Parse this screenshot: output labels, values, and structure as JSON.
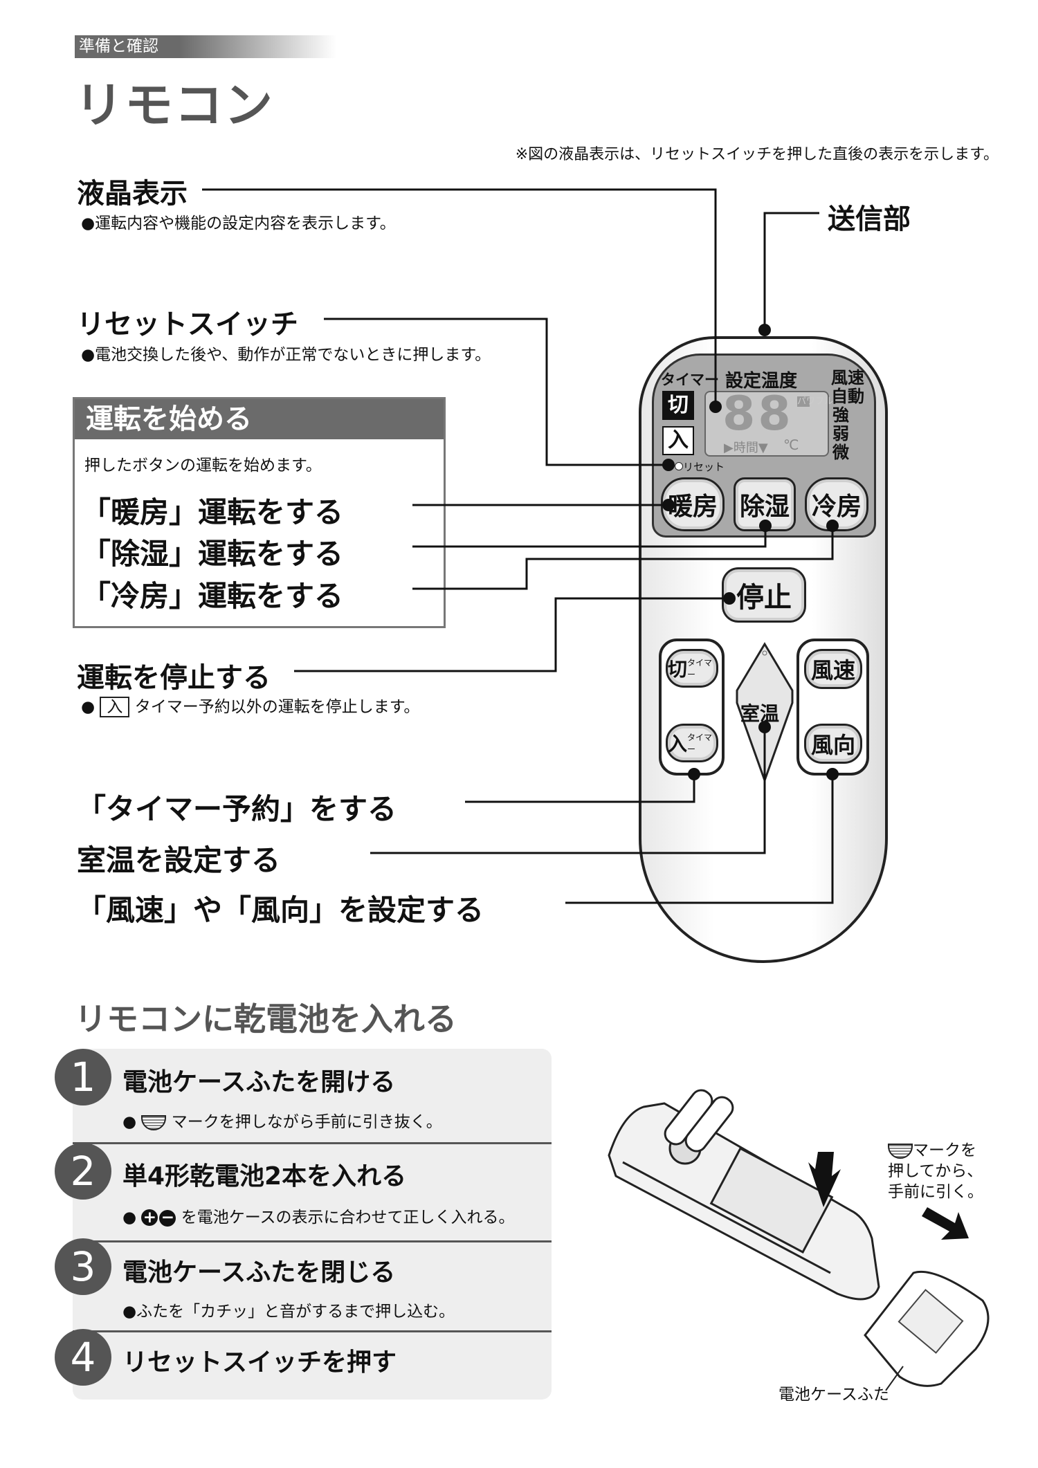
{
  "header": {
    "section_tag": "準備と確認",
    "title": "リモコン",
    "note": "※図の液晶表示は、リセットスイッチを押した直後の表示を示します。"
  },
  "callouts": {
    "lcd": {
      "label": "液晶表示",
      "desc": "●運転内容や機能の設定内容を表示します。"
    },
    "transmitter": {
      "label": "送信部"
    },
    "reset": {
      "label": "リセットスイッチ",
      "desc": "●電池交換した後や、動作が正常でないときに押します。"
    },
    "start": {
      "title": "運転を始める",
      "desc": "押したボタンの運転を始めます。",
      "items": [
        "「暖房」運転をする",
        "「除湿」運転をする",
        "「冷房」運転をする"
      ]
    },
    "stop": {
      "label": "運転を停止する",
      "desc_bullet": "●",
      "desc_key": "入",
      "desc": "タイマー予約以外の運転を停止します。"
    },
    "timer": {
      "label": "「タイマー予約」をする"
    },
    "temp": {
      "label": "室温を設定する"
    },
    "fan": {
      "label": "「風速」や「風向」を設定する"
    }
  },
  "remote": {
    "lcd": {
      "timer": "タイマー",
      "set_temp": "設定温度",
      "off": "切",
      "on": "入",
      "digits": "88",
      "powerful": "パワフル",
      "hours": "▶時間▼",
      "celsius": "℃",
      "fan": "風速",
      "fan_modes": [
        "自動",
        "強",
        "弱",
        "微"
      ],
      "reset": "リセット"
    },
    "buttons": {
      "heat": "暖房",
      "dry": "除湿",
      "cool": "冷房",
      "stop": "停止",
      "off_timer": "切",
      "on_timer": "入",
      "timer_small": "タイマー",
      "room_temp": "室温",
      "fan_speed": "風速",
      "fan_dir": "風向"
    }
  },
  "battery": {
    "heading": "リモコンに乾電池を入れる",
    "steps": [
      {
        "num": "1",
        "title": "電池ケースふたを開ける",
        "desc": "マークを押しながら手前に引き抜く。"
      },
      {
        "num": "2",
        "title": "単4形乾電池2本を入れる",
        "desc": "を電池ケースの表示に合わせて正しく入れる。"
      },
      {
        "num": "3",
        "title": "電池ケースふたを閉じる",
        "desc": "●ふたを「カチッ」と音がするまで押し込む。"
      },
      {
        "num": "4",
        "title": "リセットスイッチを押す"
      }
    ],
    "illustration": {
      "instruction_1": "マークを",
      "instruction_2": "押してから、",
      "instruction_3": "手前に引く。",
      "caption": "電池ケースふた"
    }
  }
}
